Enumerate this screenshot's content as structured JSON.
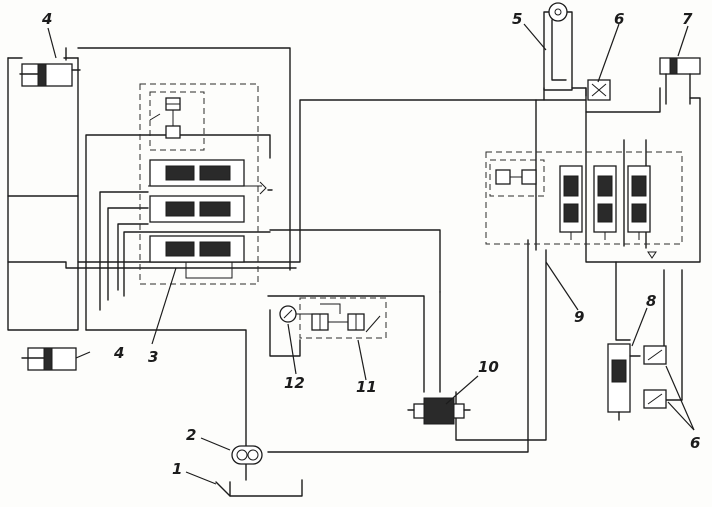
{
  "labels": {
    "tank": "1",
    "pump": "2",
    "distributor_main": "3",
    "cylinder_top_left": "4",
    "cylinder_bottom_left": "4",
    "cylinder_mast": "5",
    "throttle_top": "6",
    "cylinder_top_right": "7",
    "cylinder_tilt": "8",
    "distributor_right": "9",
    "steering_unit": "10",
    "valve_block": "11",
    "gauge": "12",
    "throttles_bottom": "6"
  }
}
